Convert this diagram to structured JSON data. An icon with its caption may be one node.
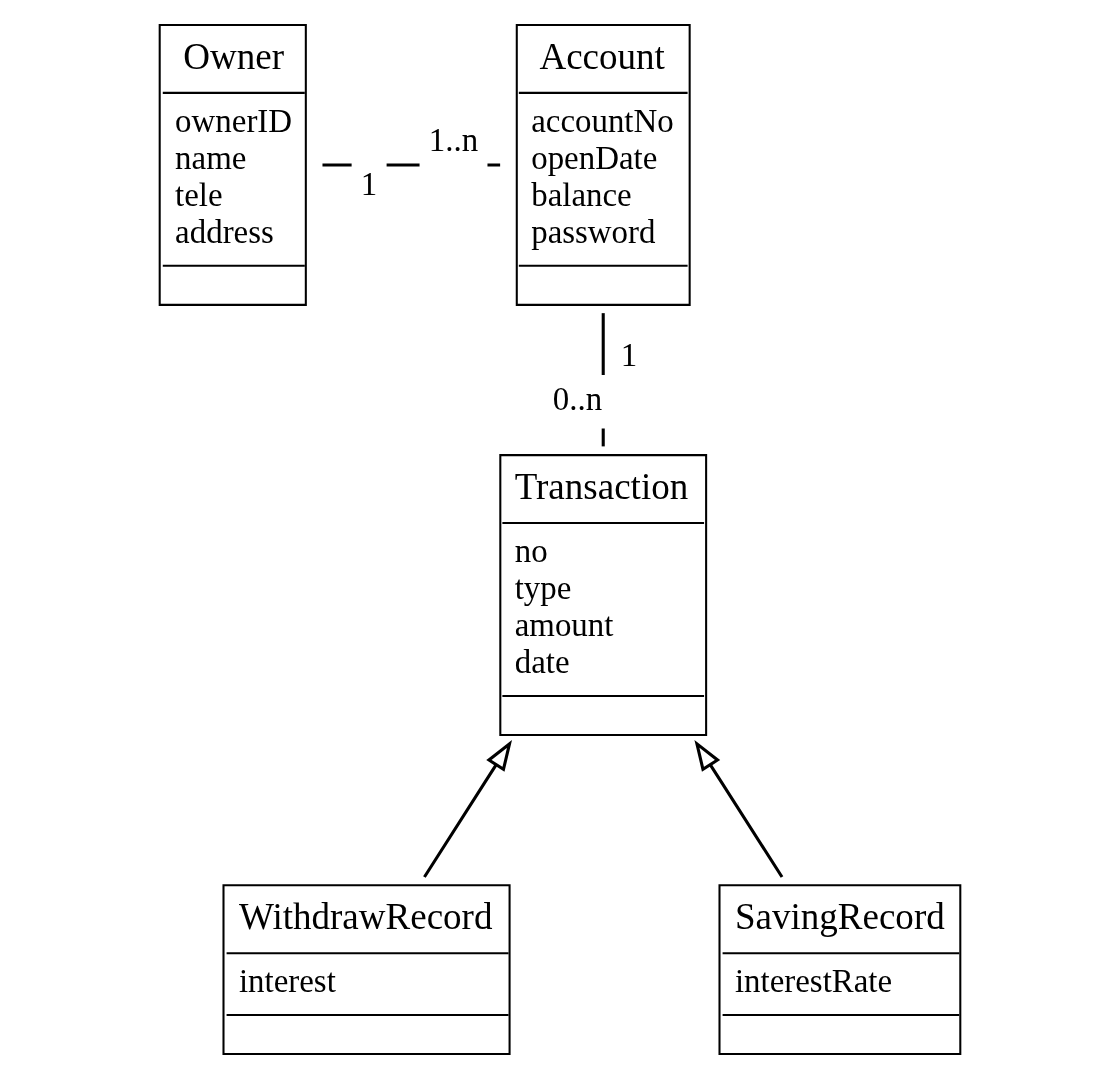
{
  "diagram": {
    "nodes": [
      {
        "text": [
          "Owner",
          "ownerID",
          "name",
          "tele",
          "address"
        ]
      },
      {
        "text": [
          "Account",
          "accountNo",
          "openDate",
          "balance",
          "password"
        ]
      },
      {
        "text": [
          "Transaction",
          "no",
          "type",
          "amount",
          "date"
        ]
      },
      {
        "text": [
          "WithdrawRecord",
          "interest"
        ]
      },
      {
        "text": [
          "SavingRecord",
          "interestRate"
        ]
      }
    ],
    "edges": [
      {
        "from": 0,
        "to": 1,
        "arrow": "none"
      },
      {
        "from": 2,
        "to": 1,
        "arrow": "none"
      },
      {
        "from": 3,
        "to": 2,
        "arrow": "to"
      },
      {
        "from": 4,
        "to": 2,
        "arrow": "to"
      }
    ],
    "labels": [
      "1",
      "1..n",
      "1",
      "0..n"
    ]
  }
}
